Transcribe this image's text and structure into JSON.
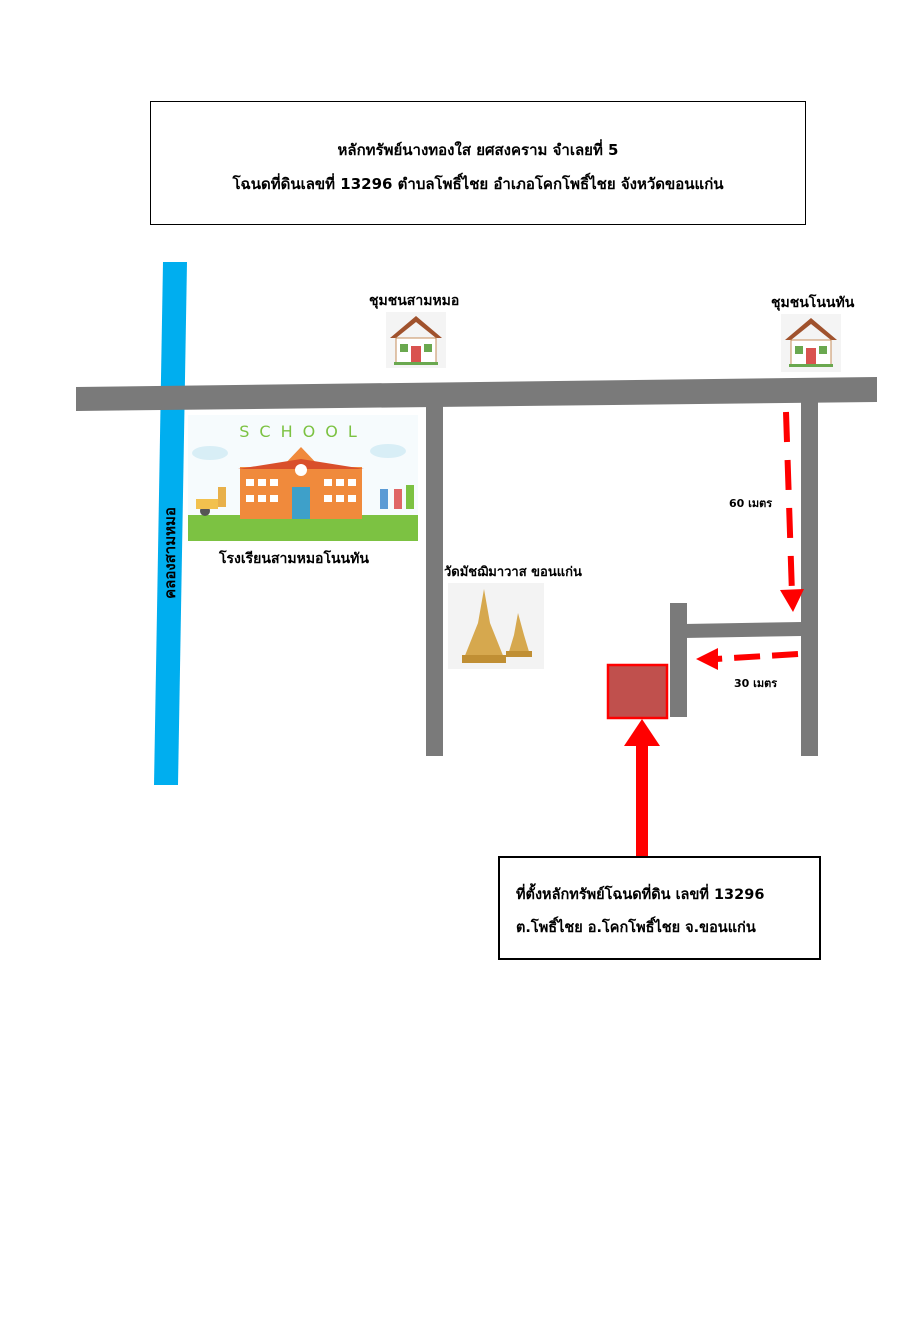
{
  "title": {
    "line1": "หลักทรัพย์นางทองใส ยศสงคราม  จำเลยที่ 5",
    "line2": "โฉนดที่ดินเลขที่ 13296 ตำบลโพธิ์ไชย  อำเภอโคกโพธิ์ไชย  จังหวัดขอนแก่น"
  },
  "landmarks": {
    "community_sammo": "ชุมชนสามหมอ",
    "community_nonthan": "ชุมชนโนนทัน",
    "school_sign": "SCHOOL",
    "school_name": "โรงเรียนสามหมอโนนทัน",
    "temple_name": "วัดมัชฌิมาวาส ขอนแก่น",
    "canal_name": "คลองสามหมอ"
  },
  "distances": {
    "north_south": "60 เมตร",
    "east_west": "30 เมตร"
  },
  "location_box": {
    "line1": "ที่ตั้งหลักทรัพย์โฉนดที่ดิน เลขที่ 13296",
    "line2": "ต.โพธิ์ไชย อ.โคกโพธิ์ไชย จ.ขอนแก่น"
  },
  "colors": {
    "road": "#7a7a7a",
    "canal": "#00aeef",
    "arrow": "#ff0000",
    "property": "#c0504d"
  }
}
